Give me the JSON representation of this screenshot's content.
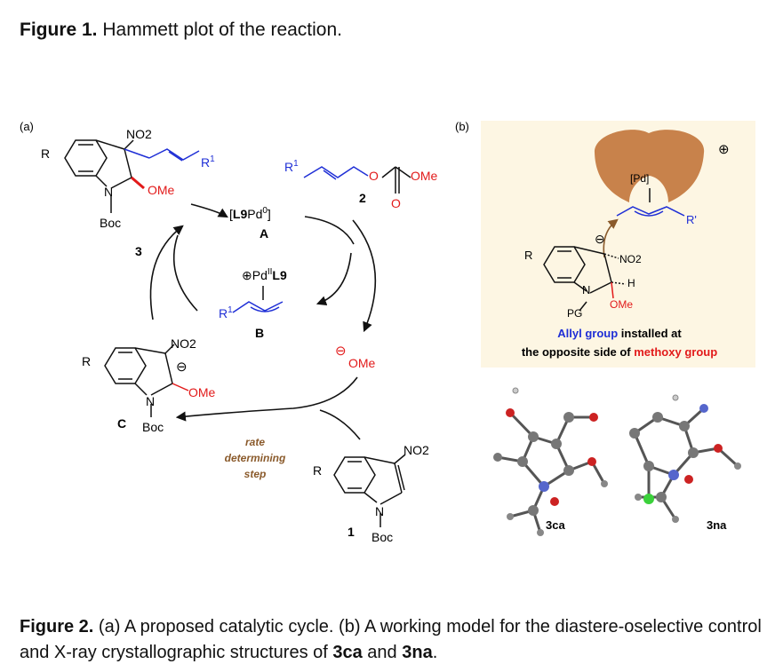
{
  "figure1": {
    "label": "Figure 1.",
    "text": "Hammett plot of the reaction."
  },
  "panel_a": {
    "label": "(a)",
    "catalyst_A": {
      "prefix": "[",
      "bold": "L9",
      "suffix": "Pd",
      "sup": "0",
      "close": "]",
      "label": "A"
    },
    "intermediate_B": {
      "charge": "⊕",
      "metal": "Pd",
      "sup": "II",
      "ligand": "L9",
      "r": "R",
      "r_sup": "1",
      "label": "B"
    },
    "product_3": {
      "no2": "NO2",
      "r": "R",
      "r1": "R",
      "r1_sup": "1",
      "ome": "OMe",
      "n": "N",
      "boc": "Boc",
      "label": "3"
    },
    "carbonate_2": {
      "r1": "R",
      "r1_sup": "1",
      "o": "O",
      "ome": "OMe",
      "o2": "O",
      "label": "2"
    },
    "intermediate_C": {
      "no2": "NO2",
      "r": "R",
      "charge": "⊖",
      "ome": "OMe",
      "n": "N",
      "boc": "Boc",
      "label": "C"
    },
    "methoxide": {
      "charge": "⊖",
      "text": "OMe"
    },
    "indole_1": {
      "no2": "NO2",
      "r": "R",
      "n": "N",
      "boc": "Boc",
      "label": "1"
    },
    "rds": [
      "rate",
      "determining",
      "step"
    ]
  },
  "panel_b": {
    "label": "(b)",
    "pd": "[Pd]",
    "charge": "⊕",
    "r_prime": "R'",
    "r": "R",
    "anion": "⊖",
    "no2": "NO2",
    "h": "H",
    "n": "N",
    "ome": "OMe",
    "pg": "PG",
    "caption1_blue": "Allyl group",
    "caption1_rest": " installed at",
    "caption2_black": "the opposite side of ",
    "caption2_red": "methoxy group",
    "xray1": "3ca",
    "xray2": "3na"
  },
  "figure2": {
    "label": "Figure 2.",
    "text1": " (a) A proposed catalytic cycle. (b) A working model for the diastere-oselective control and X-ray crystallographic structures of ",
    "c1": "3ca",
    "and": " and ",
    "c2": "3na",
    "end": "."
  },
  "colors": {
    "blue": "#1f2fd6",
    "red": "#e21a1a",
    "brown": "#8a5a2b",
    "panel_bg": "#fdf6e3",
    "shield": "#c8824b"
  }
}
